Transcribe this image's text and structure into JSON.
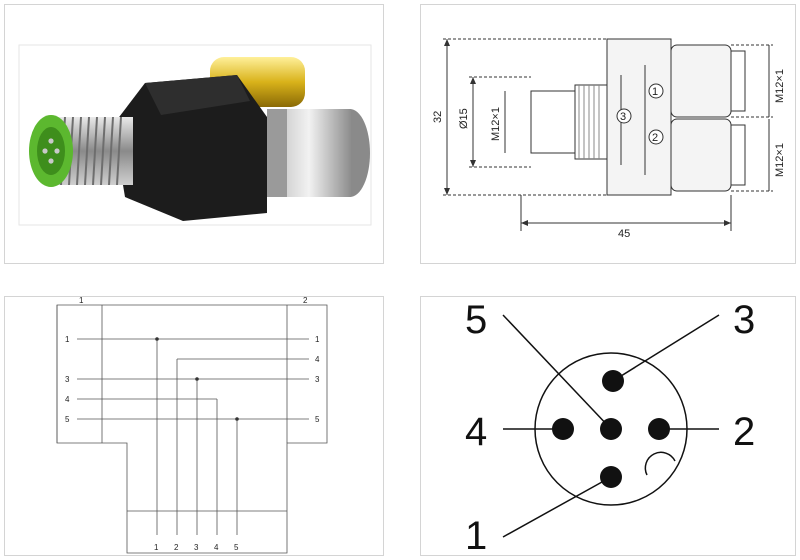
{
  "photo": {
    "description": ""
  },
  "dimension_drawing": {
    "height_label": "32",
    "diameter_label": "Ø15",
    "thread_left_label": "M12×1",
    "thread_top_label": "M12×1",
    "thread_bottom_label": "M12×1",
    "length_label": "45",
    "marker_1": "1",
    "marker_2": "2",
    "marker_3": "3"
  },
  "wiring": {
    "port_left": "1",
    "port_right": "2",
    "left_pins": [
      "1",
      "3",
      "4",
      "5"
    ],
    "right_pins": [
      "1",
      "4",
      "3",
      "5"
    ],
    "bottom_pins": [
      "1",
      "2",
      "3",
      "4",
      "5"
    ]
  },
  "pinout": {
    "pins": [
      "5",
      "3",
      "4",
      "2",
      "1"
    ]
  },
  "colors": {
    "connector_green": "#5cb82f",
    "metal": "#9a9a9a",
    "brass": "#d9b21a",
    "body_black": "#1c1c1c"
  }
}
